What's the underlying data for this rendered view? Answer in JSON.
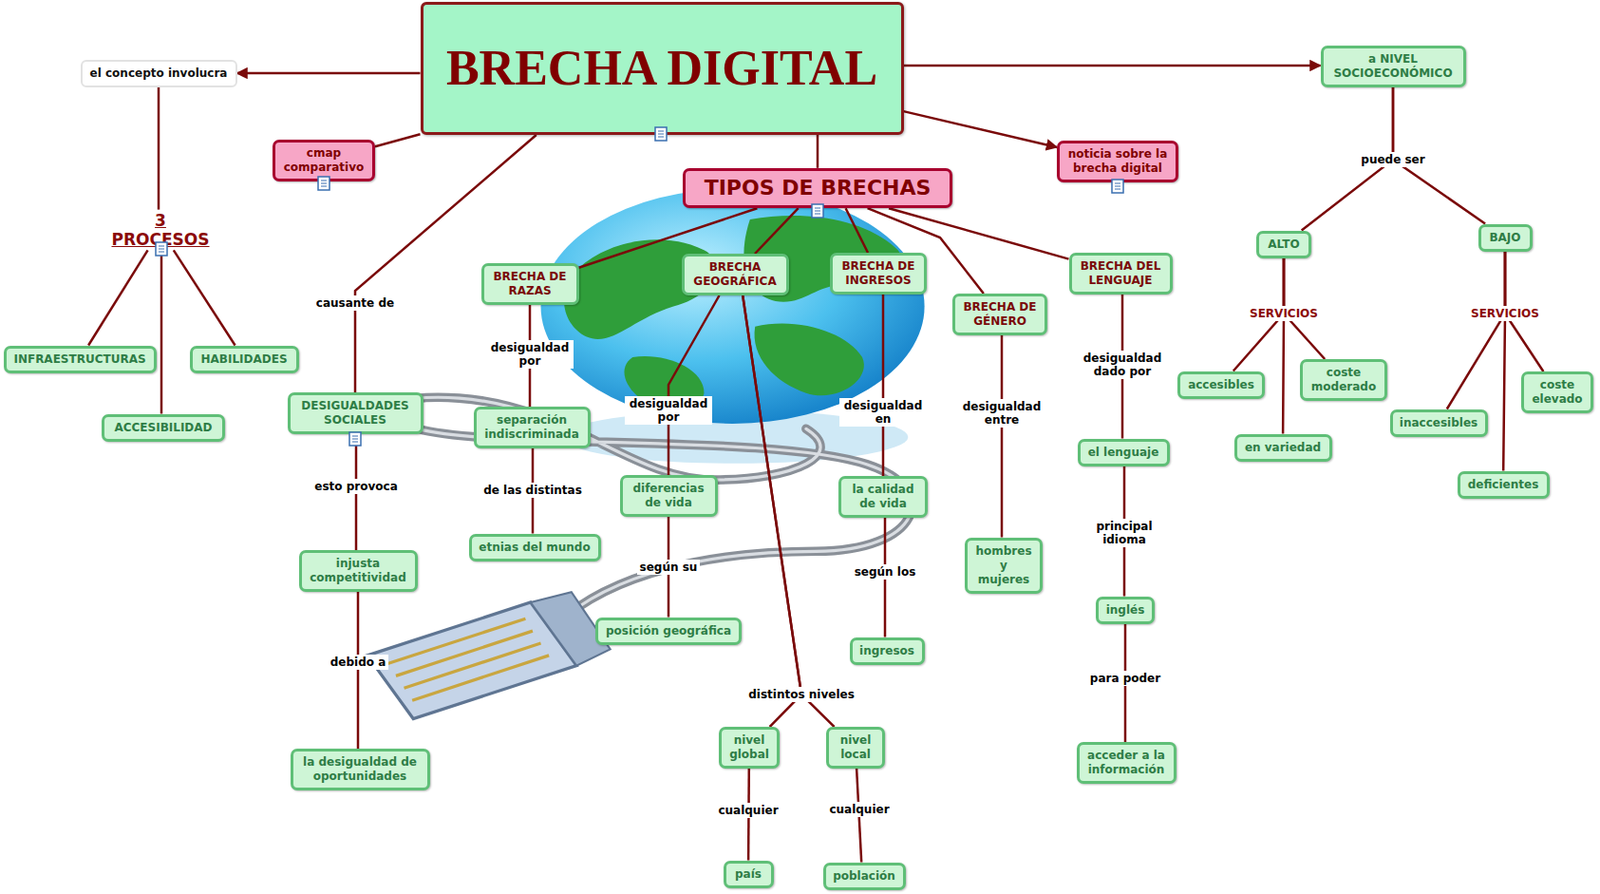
{
  "diagram": {
    "nodes": [
      {
        "text": [
          "BRECHA DIGITAL"
        ]
      },
      {
        "text": [
          "el concepto involucra"
        ]
      },
      {
        "text": [
          "cmap comparativo"
        ]
      },
      {
        "text": [
          "TIPOS DE BRECHAS"
        ]
      },
      {
        "text": [
          "noticia sobre la brecha digital"
        ]
      },
      {
        "text": [
          "a NIVEL SOCIOECONÓMICO"
        ]
      },
      {
        "text": [
          "3 PROCESOS"
        ]
      },
      {
        "text": [
          "INFRAESTRUCTURAS"
        ]
      },
      {
        "text": [
          "ACCESIBILIDAD"
        ]
      },
      {
        "text": [
          "HABILIDADES"
        ]
      },
      {
        "text": [
          "DESIGUALDADES SOCIALES"
        ]
      },
      {
        "text": [
          "injusta competitividad"
        ]
      },
      {
        "text": [
          "la desigualdad de oportunidades"
        ]
      },
      {
        "text": [
          "BRECHA DE RAZAS"
        ]
      },
      {
        "text": [
          "separación indiscriminada"
        ]
      },
      {
        "text": [
          "etnias del mundo"
        ]
      },
      {
        "text": [
          "BRECHA GEOGRÁFICA"
        ]
      },
      {
        "text": [
          "diferencias de vida"
        ]
      },
      {
        "text": [
          "posición geográfica"
        ]
      },
      {
        "text": [
          "nivel global"
        ]
      },
      {
        "text": [
          "país"
        ]
      },
      {
        "text": [
          "nivel local"
        ]
      },
      {
        "text": [
          "población"
        ]
      },
      {
        "text": [
          "BRECHA DE INGRESOS"
        ]
      },
      {
        "text": [
          "la calidad de vida"
        ]
      },
      {
        "text": [
          "ingresos"
        ]
      },
      {
        "text": [
          "BRECHA DE GÉNERO"
        ]
      },
      {
        "text": [
          "hombres y mujeres"
        ]
      },
      {
        "text": [
          "BRECHA DEL LENGUAJE"
        ]
      },
      {
        "text": [
          "el lenguaje"
        ]
      },
      {
        "text": [
          "inglés"
        ]
      },
      {
        "text": [
          "acceder a la información"
        ]
      },
      {
        "text": [
          "ALTO"
        ]
      },
      {
        "text": [
          "accesibles"
        ]
      },
      {
        "text": [
          "en variedad"
        ]
      },
      {
        "text": [
          "coste moderado"
        ]
      },
      {
        "text": [
          "BAJO"
        ]
      },
      {
        "text": [
          "inaccesibles"
        ]
      },
      {
        "text": [
          "deficientes"
        ]
      },
      {
        "text": [
          "coste elevado"
        ]
      }
    ],
    "edges": [
      {
        "from": 0,
        "to": 1,
        "arrow": "to"
      },
      {
        "from": 1,
        "to": 6,
        "arrow": "none"
      },
      {
        "from": 6,
        "to": 7,
        "arrow": "none"
      },
      {
        "from": 6,
        "to": 8,
        "arrow": "none"
      },
      {
        "from": 6,
        "to": 9,
        "arrow": "none"
      },
      {
        "from": 0,
        "to": 2,
        "arrow": "none"
      },
      {
        "from": 0,
        "to": 10,
        "label": "causante de",
        "arrow": "none"
      },
      {
        "from": 10,
        "to": 11,
        "label": "esto provoca",
        "arrow": "none"
      },
      {
        "from": 11,
        "to": 12,
        "label": "debido a",
        "arrow": "none"
      },
      {
        "from": 0,
        "to": 3,
        "arrow": "none"
      },
      {
        "from": 0,
        "to": 4,
        "arrow": "to"
      },
      {
        "from": 0,
        "to": 5,
        "arrow": "to"
      },
      {
        "from": 3,
        "to": 13,
        "arrow": "none"
      },
      {
        "from": 3,
        "to": 16,
        "arrow": "none"
      },
      {
        "from": 3,
        "to": 23,
        "arrow": "none"
      },
      {
        "from": 3,
        "to": 26,
        "arrow": "none"
      },
      {
        "from": 3,
        "to": 28,
        "arrow": "none"
      },
      {
        "from": 13,
        "to": 14,
        "label": "desigualdad por",
        "arrow": "none"
      },
      {
        "from": 14,
        "to": 15,
        "label": "de las distintas",
        "arrow": "none"
      },
      {
        "from": 16,
        "to": 17,
        "label": "desigualdad por",
        "arrow": "none"
      },
      {
        "from": 17,
        "to": 18,
        "label": "según su",
        "arrow": "none"
      },
      {
        "from": 16,
        "to": 19,
        "label": "distintos niveles",
        "arrow": "none"
      },
      {
        "from": 16,
        "to": 21,
        "arrow": "none"
      },
      {
        "from": 19,
        "to": 20,
        "label": "cualquier",
        "arrow": "none"
      },
      {
        "from": 21,
        "to": 22,
        "label": "cualquier",
        "arrow": "none"
      },
      {
        "from": 23,
        "to": 24,
        "label": "desigualdad en",
        "arrow": "none"
      },
      {
        "from": 24,
        "to": 25,
        "label": "según los",
        "arrow": "none"
      },
      {
        "from": 26,
        "to": 27,
        "label": "desigualdad entre",
        "arrow": "none"
      },
      {
        "from": 28,
        "to": 29,
        "label": "desigualdad dado por",
        "arrow": "none"
      },
      {
        "from": 29,
        "to": 30,
        "label": "principal idioma",
        "arrow": "none"
      },
      {
        "from": 30,
        "to": 31,
        "label": "para poder",
        "arrow": "none"
      },
      {
        "from": 5,
        "to": 32,
        "label": "puede ser",
        "arrow": "none"
      },
      {
        "from": 5,
        "to": 36,
        "arrow": "none"
      },
      {
        "from": 32,
        "to": 33,
        "label": "SERVICIOS",
        "arrow": "none"
      },
      {
        "from": 32,
        "to": 34,
        "arrow": "none"
      },
      {
        "from": 32,
        "to": 35,
        "arrow": "none"
      },
      {
        "from": 36,
        "to": 37,
        "label": "SERVICIOS",
        "arrow": "none"
      },
      {
        "from": 36,
        "to": 38,
        "arrow": "none"
      },
      {
        "from": 36,
        "to": 39,
        "arrow": "none"
      }
    ]
  }
}
